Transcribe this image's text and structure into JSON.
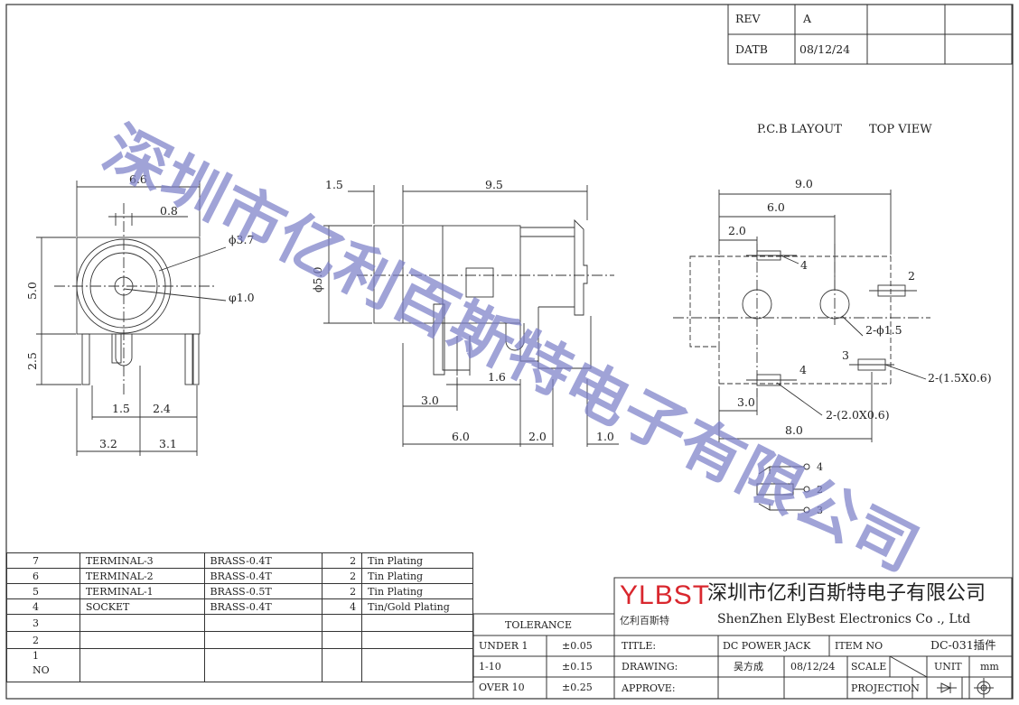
{
  "rev_block": {
    "rev_label": "REV",
    "rev_value": "A",
    "date_label": "DATB",
    "date_value": "08/12/24"
  },
  "pcb_title": "P.C.B LAYOUT",
  "top_view": "TOP VIEW",
  "front_view_dims": {
    "d_6_6": "6.6",
    "d_0_8": "0.8",
    "d_phi_3_7": "ϕ3.7",
    "d_phi_1_0": "φ1.0",
    "d_5_0": "5.0",
    "d_2_5": "2.5",
    "d_1_5": "1.5",
    "d_2_4": "2.4",
    "d_3_2": "3.2",
    "d_3_1": "3.1"
  },
  "side_view_dims": {
    "d_1_5": "1.5",
    "d_9_5": "9.5",
    "d_phi_5_0": "ϕ5.0",
    "d_1_6": "1.6",
    "d_3_0": "3.0",
    "d_6_0": "6.0",
    "d_2_0": "2.0",
    "d_1_0": "1.0"
  },
  "pcb_dims": {
    "d_9_0": "9.0",
    "d_6_0": "6.0",
    "d_2_0": "2.0",
    "pin_4_top": "4",
    "pin_2": "2",
    "hole_note": "2-ϕ1.5",
    "pin_3": "3",
    "slot_note_right": "2-(1.5X0.6)",
    "pin_4_bottom": "4",
    "d_3_0": "3.0",
    "slot_note_bottom": "2-(2.0X0.6)",
    "d_8_0": "8.0"
  },
  "schematic_pins": [
    "4",
    "2",
    "3"
  ],
  "bom": [
    {
      "no": "7",
      "name": "TERMINAL-3",
      "material": "BRASS-0.4T",
      "qty": "2",
      "finish": "Tin Plating"
    },
    {
      "no": "6",
      "name": "TERMINAL-2",
      "material": "BRASS-0.4T",
      "qty": "2",
      "finish": "Tin Plating"
    },
    {
      "no": "5",
      "name": "TERMINAL-1",
      "material": "BRASS-0.5T",
      "qty": "2",
      "finish": "Tin Plating"
    },
    {
      "no": "4",
      "name": "SOCKET",
      "material": "BRASS-0.4T",
      "qty": "4",
      "finish": "Tin/Gold Plating"
    },
    {
      "no": "3",
      "name": "",
      "material": "",
      "qty": "",
      "finish": ""
    },
    {
      "no": "2",
      "name": "",
      "material": "",
      "qty": "",
      "finish": ""
    },
    {
      "no": "1",
      "name": "",
      "material": "",
      "qty": "",
      "finish": ""
    }
  ],
  "bom_no_header": "NO",
  "tolerance": {
    "title": "TOLERANCE",
    "rows": [
      {
        "range": "UNDER  1",
        "value": "±0.05"
      },
      {
        "range": "1-10",
        "value": "±0.15"
      },
      {
        "range": "OVER  10",
        "value": "±0.25"
      }
    ]
  },
  "company": {
    "logo_text": "YLBST",
    "logo_sub": "亿利百斯特",
    "name_cn": "深圳市亿利百斯特电子有限公司",
    "name_en": "ShenZhen ElyBest Electronics Co ., Ltd"
  },
  "title_block": {
    "title_label": "TITLE:",
    "title_value": "DC POWER JACK",
    "item_label": "ITEM NO",
    "item_value": "DC-031插件",
    "drawing_label": "DRAWING:",
    "drawing_value": "吴方成",
    "drawing_date": "08/12/24",
    "scale_label": "SCALE",
    "unit_label": "UNIT",
    "unit_value": "mm",
    "approve_label": "APPROVE:",
    "projection_label": "PROJECTION"
  },
  "watermark_text": "深圳市亿利百斯特电子有限公司",
  "colors": {
    "line": "#333333",
    "watermark": "#7b7fc7",
    "logo_red": "#d9272e",
    "logo_blue": "#1a8fd6"
  }
}
